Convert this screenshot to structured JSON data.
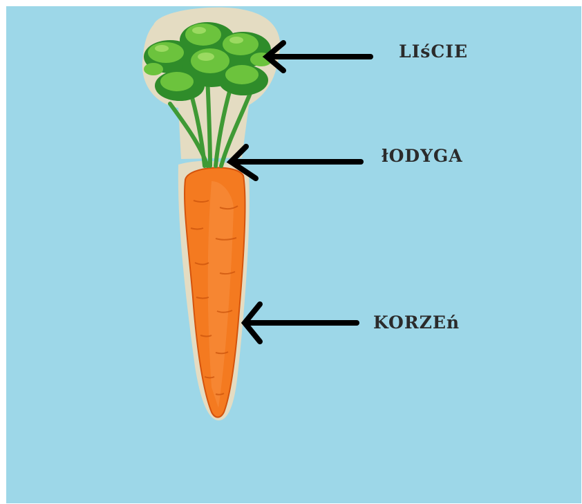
{
  "labels": {
    "leaves": "LIśCIE",
    "stem": "łODYGA",
    "root": "KORZEń"
  },
  "colors": {
    "background": "#9dd7e8",
    "arrow": "#000000",
    "carrot": "#f47a20",
    "carrot_dark": "#e25e10",
    "leaf": "#6cc33d",
    "leaf_dark": "#2f8c2a",
    "stem": "#3f9a35",
    "halo": "#e4dcc2",
    "text": "#2b2b2b"
  },
  "icons": [
    "carrot-illustration",
    "arrow-left-icon"
  ]
}
